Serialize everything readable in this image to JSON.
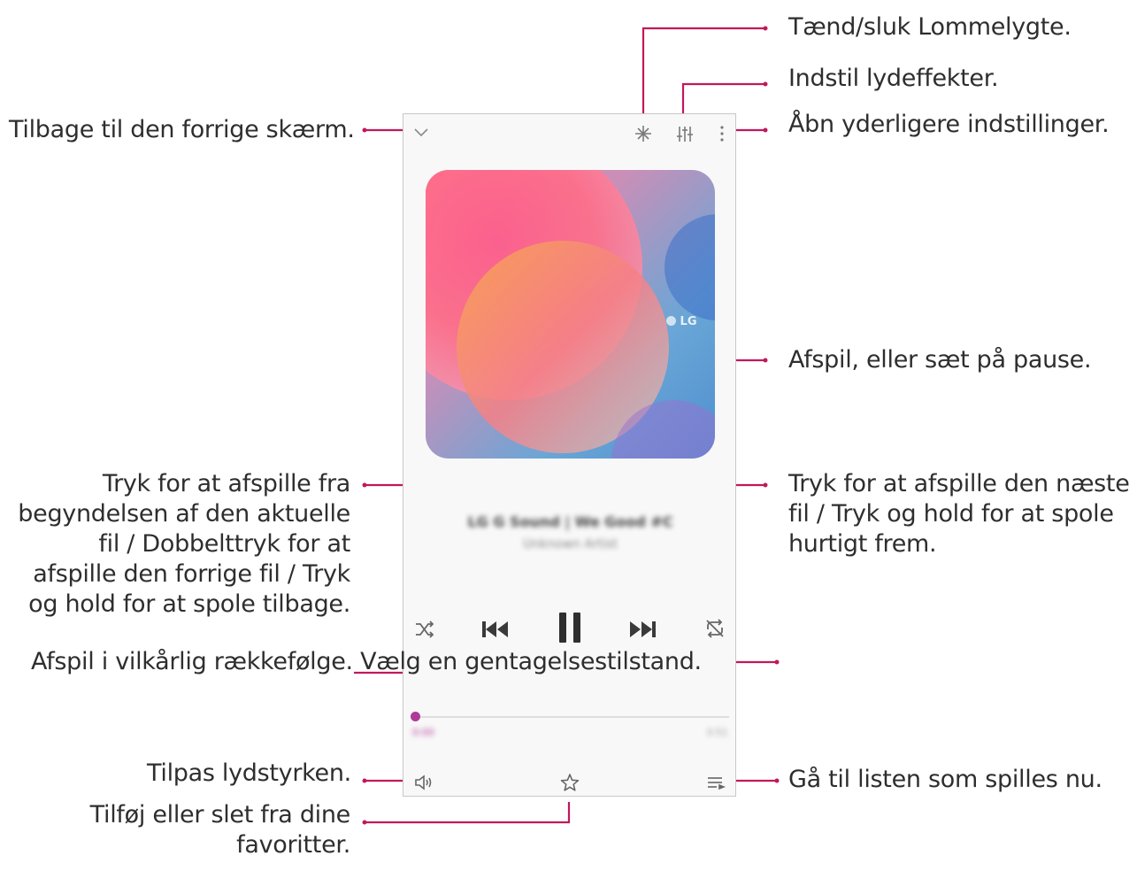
{
  "callouts": {
    "flashlight": "Tænd/sluk Lommelygte.",
    "sound_effects": "Indstil lydeffekter.",
    "more_settings": "Åbn yderligere indstillinger.",
    "back": "Tilbage til den forrige skærm.",
    "play_pause": "Afspil, eller sæt på pause.",
    "previous_lines": [
      "Tryk for at afspille fra",
      "begyndelsen af den aktuelle",
      "fil / Dobbelttryk for at",
      "afspille den forrige fil / Tryk",
      "og hold for at spole tilbage."
    ],
    "next_lines": [
      "Tryk for at afspille den næste",
      "fil / Tryk og hold for at spole",
      "hurtigt frem."
    ],
    "shuffle": "Afspil i vilkårlig rækkefølge.",
    "repeat": "Vælg en gentagelsestilstand.",
    "volume": "Tilpas lydstyrken.",
    "favorites_lines": [
      "Tilføj eller slet fra dine",
      "favoritter."
    ],
    "now_playing": "Gå til listen som spilles nu."
  },
  "player": {
    "album_logo": "LG",
    "track_title": "LG G Sound | We Good #C",
    "track_artist": "Unknown Artist",
    "time_elapsed": "0:00",
    "time_total": "3:51",
    "progress": 0.0
  },
  "icons": {
    "back": "chevron-down-icon",
    "flashlight": "flashlight-icon",
    "equalizer": "equalizer-icon",
    "more": "more-vertical-icon",
    "shuffle": "shuffle-icon",
    "previous": "skip-previous-icon",
    "pause": "pause-icon",
    "next": "skip-next-icon",
    "repeat": "repeat-off-icon",
    "volume": "volume-icon",
    "favorite": "star-icon",
    "playlist": "playlist-icon"
  },
  "colors": {
    "leader": "#c2185b",
    "progress_dot": "#b03a9a"
  }
}
